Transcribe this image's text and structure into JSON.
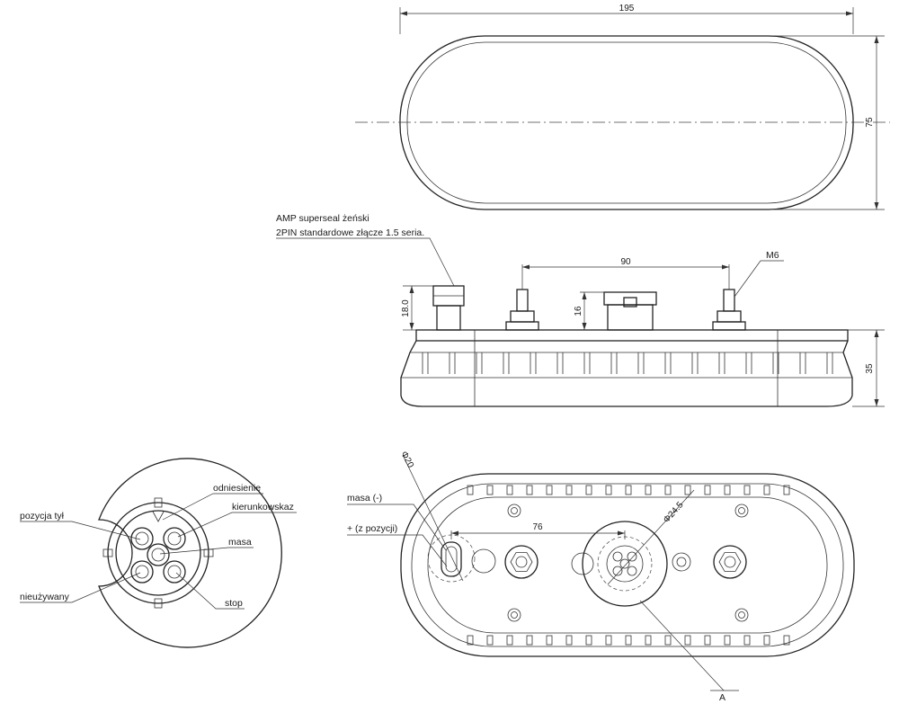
{
  "top_view": {
    "width_dim": "195",
    "height_dim": "75"
  },
  "side_view": {
    "connector_note_line1": "AMP superseal żeński",
    "connector_note_line2": "2PIN standardowe złącze 1.5 seria.",
    "stud_spacing_dim": "90",
    "thread_label": "M6",
    "connector_height_dim": "18.0",
    "socket_height_dim": "16",
    "body_height_dim": "35"
  },
  "bottom_view": {
    "hole_dia_dim": "Φ20",
    "socket_dia_dim": "Φ24.5",
    "offset_dim": "76",
    "label_ground": "masa (-)",
    "label_plus": "+ (z pozycji)",
    "detail_label": "A"
  },
  "socket_detail": {
    "labels": {
      "reference": "odniesienie",
      "indicator": "kierunkowskaz",
      "position": "pozycja tył",
      "ground": "masa",
      "unused": "nieużywany",
      "stop": "stop"
    }
  }
}
